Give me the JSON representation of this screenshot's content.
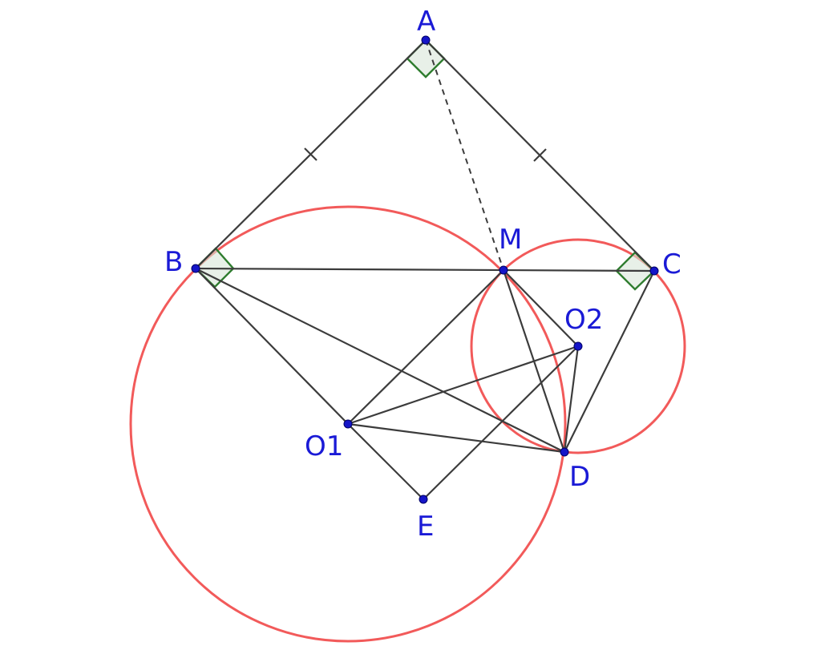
{
  "points": {
    "A": {
      "label": "A"
    },
    "B": {
      "label": "B"
    },
    "C": {
      "label": "C"
    },
    "M": {
      "label": "M"
    },
    "D": {
      "label": "D"
    },
    "E": {
      "label": "E"
    },
    "O1": {
      "label": "O1"
    },
    "O2": {
      "label": "O2"
    }
  },
  "colors": {
    "segment": "#3c3c3c",
    "circle": "#f25a5a",
    "point": "#1515c8",
    "label": "#1a1ad6",
    "right_angle_fill": "#d8e6d8",
    "right_angle_stroke": "#2f7d2f"
  }
}
